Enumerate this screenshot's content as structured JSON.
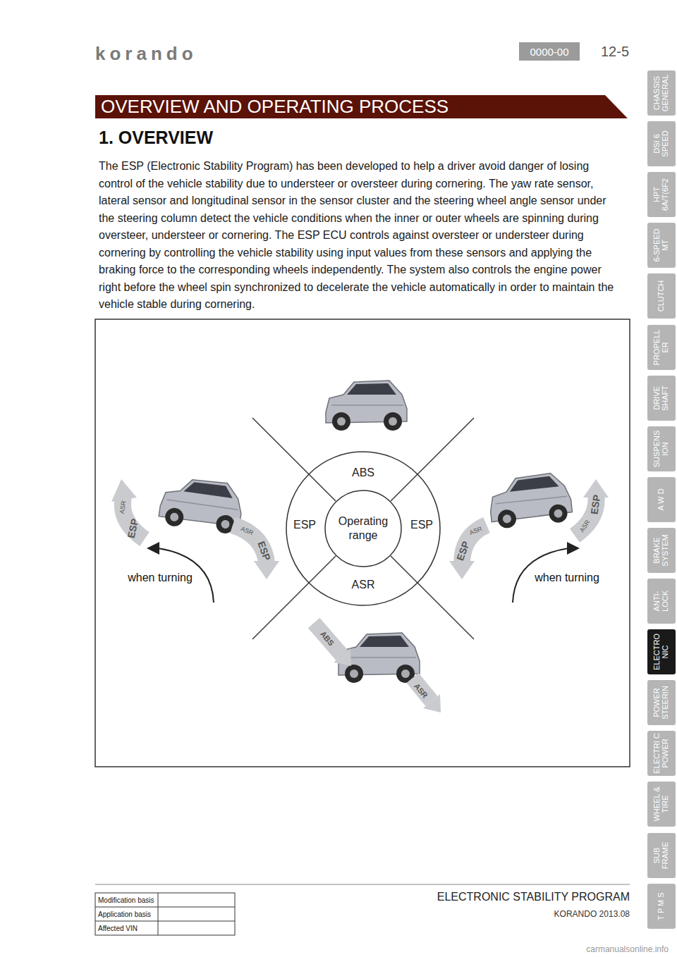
{
  "diagram": {
    "title": "OVERVIEW AND OPERATING PROCESS",
    "nodes": [
      {
        "text": [
          "0000-00"
        ]
      },
      {
        "text": [
          "CHASSIS GENERAL"
        ]
      },
      {
        "text": [
          "DSI 6 SPEED"
        ]
      },
      {
        "text": [
          "HPT 6A/T(6F2"
        ]
      },
      {
        "text": [
          "6-SPEED MT"
        ]
      },
      {
        "text": [
          "CLUTCH"
        ]
      },
      {
        "text": [
          "PROPELL ER"
        ]
      },
      {
        "text": [
          "DRIVE SHAFT"
        ]
      },
      {
        "text": [
          "SUSPENS ION"
        ]
      },
      {
        "text": [
          "A W D"
        ]
      },
      {
        "text": [
          "BRAKE SYSTEM"
        ]
      },
      {
        "text": [
          "ANTI- LOCK"
        ]
      },
      {
        "text": [
          "ELECTRO NIC"
        ]
      },
      {
        "text": [
          "POWER STEERIN"
        ]
      },
      {
        "text": [
          "ELECTRI C POWER"
        ]
      },
      {
        "text": [
          "WHEEL & TIRE"
        ]
      },
      {
        "text": [
          "SUB FRAME"
        ]
      },
      {
        "text": [
          "T P M S"
        ]
      },
      {
        "text": [
          "ABS",
          "ESP",
          "ESP",
          "ASR"
        ]
      },
      {
        "text": [
          "Operating range"
        ],
        "in": 18
      }
    ],
    "labels": [
      "korando",
      "12-5",
      "1. OVERVIEW",
      "The ESP (Electronic Stability Program) has been developed to help a driver avoid danger of losing control of the vehicle stability due to understeer or oversteer during cornering. The yaw rate sensor, lateral sensor and longitudinal sensor in the sensor cluster and the steering wheel angle sensor under the steering column detect the vehicle conditions when the inner or outer wheels are spinning during oversteer, understeer or cornering. The ESP ECU controls against oversteer or understeer during cornering by controlling the vehicle stability using input values from these sensors and applying the braking force to the corresponding wheels independently. The system also controls the engine power right before the wheel spin synchronized to decelerate the vehicle automatically in order to maintain the vehicle stable during cornering.",
      "ESP",
      "ASR",
      "ASR",
      "ESP",
      "ASR",
      "ESP",
      "ESP",
      "ASR",
      "when turning",
      "when turning",
      "ABS",
      "ASR",
      "Modification basis",
      "Application basis",
      "Affected VIN",
      "ELECTRONIC STABILITY PROGRAM",
      "KORANDO 2013.08",
      "carmanualsonline.info"
    ]
  }
}
